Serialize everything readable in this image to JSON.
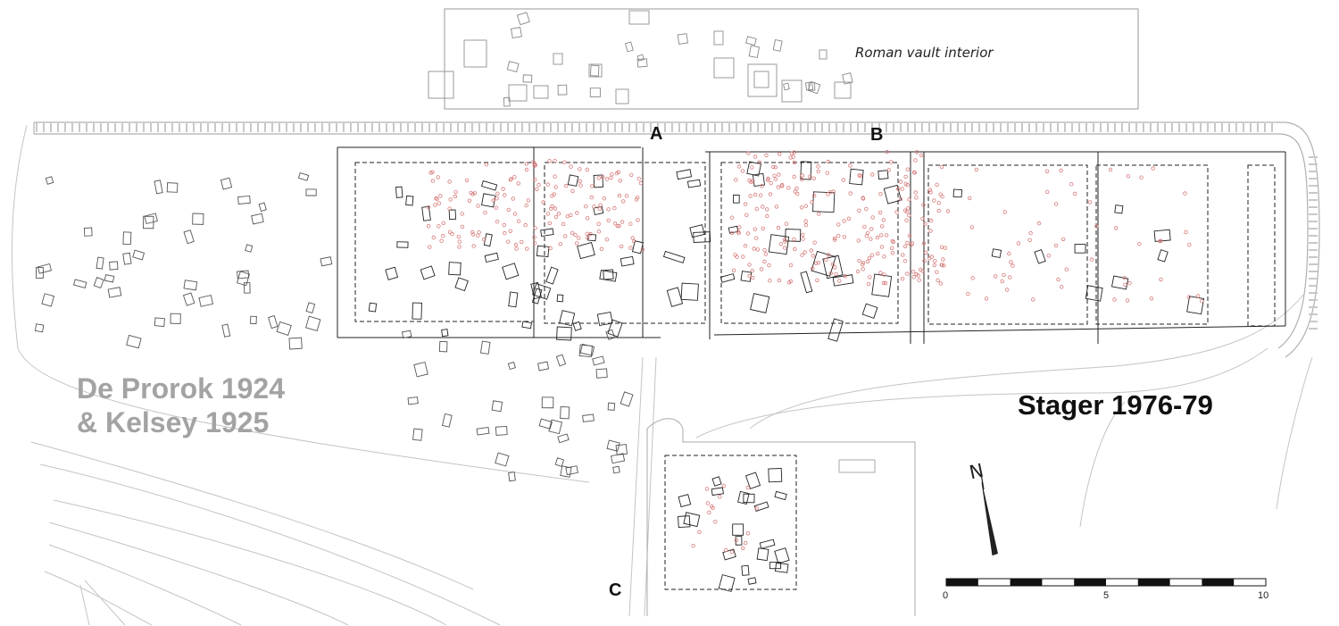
{
  "labels": {
    "roman_vault": "Roman vault interior",
    "area_a": "A",
    "area_b": "B",
    "area_c": "C"
  },
  "credits": {
    "old_line1": "De Prorok 1924",
    "old_line2": "& Kelsey 1925",
    "new": "Stager 1976-79"
  },
  "north_arrow": {
    "letter": "N",
    "icon": "north-arrow-icon"
  },
  "scale_bar": {
    "ticks": [
      "0",
      "5",
      "10"
    ],
    "segments": 10,
    "unit": ""
  },
  "colors": {
    "ink": "#222222",
    "gray_linework": "#b8b8b8",
    "urn_markers": "#d77a7a",
    "old_excavation_text": "#a3a3a3"
  }
}
